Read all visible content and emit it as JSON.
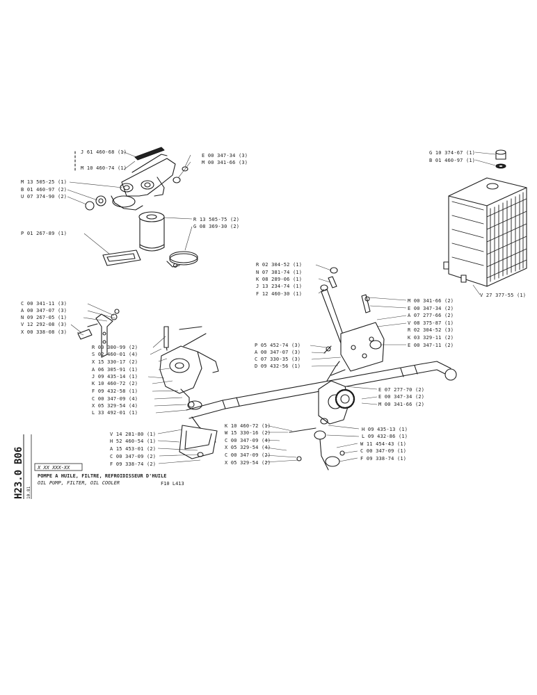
{
  "side_code_1": "B06",
  "side_code_2": "H23.0",
  "side_date": "10.81",
  "ref_code": "X XX XXX-XX",
  "title_fr": "POMPE A HUILE, FILTRE, REFROIDISSEUR D'HUILE",
  "title_en": "OIL PUMP, FILTER, OIL COOLER",
  "model": "F10 L413",
  "parts": [
    "J 61 460-68 (1)",
    "M 10 460-74 (1)",
    "E 00 347-34 (3)",
    "M 00 341-66 (3)",
    "M 13 505-25 (1)",
    "B 01 460-97 (2)",
    "U 07 374-90 (2)",
    "R 13 505-75 (2)",
    "G 08 369-30 (2)",
    "P 01 267-89 (1)",
    "G 10 374-67 (1)",
    "B 01 460-97 (1)",
    "V 27 377-55 (1)",
    "R 02 304-52 (1)",
    "N 07 381-74 (1)",
    "K 08 289-06 (1)",
    "J 13 234-74 (1)",
    "F 12 460-30 (1)",
    "M 00 341-66 (2)",
    "E 00 347-34 (2)",
    "A 07 277-66 (2)",
    "V 08 375-87 (1)",
    "R 02 304-52 (3)",
    "K 03 329-11 (2)",
    "E 00 347-11 (2)",
    "C 00 341-11 (3)",
    "A 00 347-07 (3)",
    "N 09 267-05 (1)",
    "V 12 292-08 (3)",
    "X 00 338-08 (3)",
    "P 05 452-74 (3)",
    "A 00 347-07 (3)",
    "C 07 330-35 (3)",
    "D 09 432-56 (1)",
    "R 00 300-99 (2)",
    "S 02 460-01 (4)",
    "X 15 330-17 (2)",
    "A 06 305-91 (1)",
    "J 09 435-14 (1)",
    "K 10 460-72 (2)",
    "F 09 432-58 (1)",
    "C 00 347-09 (4)",
    "X 05 329-54 (4)",
    "L 33 492-01 (1)",
    "E 07 277-70 (2)",
    "E 00 347-34 (2)",
    "M 00 341-66 (2)",
    "K 10 460-72 (1)",
    "W 15 330-16 (2)",
    "C 00 347-09 (4)",
    "X 05 329-54 (4)",
    "C 00 347-09 (2)",
    "X 05 329-54 (2)",
    "H 09 435-13 (1)",
    "L 09 432-86 (1)",
    "W 11 454-43 (1)",
    "C 00 347-09 (1)",
    "F 09 338-74 (1)",
    "V 14 281-80 (1)",
    "H 52 460-54 (1)",
    "A 15 453-01 (2)",
    "C 00 347-09 (2)",
    "F 09 338-74 (2)"
  ]
}
